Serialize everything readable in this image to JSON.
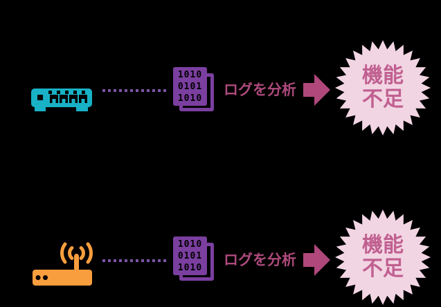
{
  "rows": [
    {
      "device": "network-switch",
      "doc_lines": [
        "1010",
        "0101",
        "1010"
      ],
      "action_label": "ログを分析",
      "result_line1": "機能",
      "result_line2": "不足"
    },
    {
      "device": "wifi-router",
      "doc_lines": [
        "1010",
        "0101",
        "1010"
      ],
      "action_label": "ログを分析",
      "result_line1": "機能",
      "result_line2": "不足"
    }
  ],
  "icons": {
    "row1_device": "network-switch-icon",
    "row2_device": "wifi-router-icon",
    "document": "binary-log-document-icon",
    "connector": "dotted-line-connector",
    "arrow": "flow-arrow-right",
    "result_shape": "starburst-badge"
  },
  "colors": {
    "background": "#000000",
    "switch_teal": "#18b1c6",
    "router_orange": "#f99e3e",
    "document_purple": "#7b3fa0",
    "dots_purple": "#7d55a8",
    "label_pink": "#ae4a7c",
    "arrow_pink": "#b0487c",
    "burst_fill": "#f2d5e3",
    "burst_text_pink": "#c06090"
  }
}
